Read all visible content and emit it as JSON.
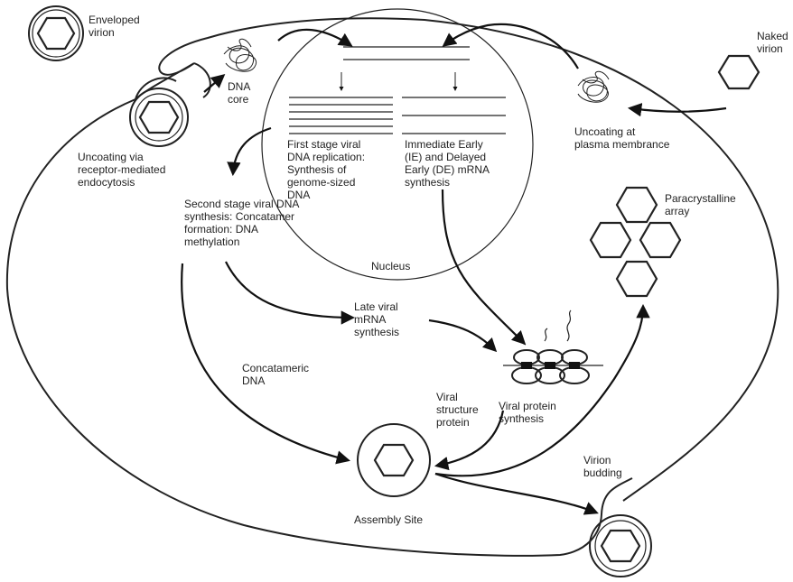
{
  "labels": {
    "enveloped_virion": [
      "Enveloped",
      "virion"
    ],
    "naked_virion": [
      "Naked",
      "virion"
    ],
    "dna_core": [
      "DNA",
      "core"
    ],
    "uncoating_receptor": [
      "Uncoating via",
      "receptor-mediated",
      "endocytosis"
    ],
    "uncoating_plasma": [
      "Uncoating at",
      "plasma membrance"
    ],
    "first_stage": [
      "First stage viral",
      "DNA replication:",
      "Synthesis of",
      "genome-sized",
      "DNA"
    ],
    "immediate_early": [
      "Immediate Early",
      "(IE) and Delayed",
      "Early (DE) mRNA",
      "synthesis"
    ],
    "second_stage": [
      "Second stage viral DNA",
      "synthesis: Concatamer",
      "formation: DNA",
      "methylation"
    ],
    "nucleus": [
      "Nucleus"
    ],
    "paracrystalline": [
      "Paracrystalline",
      "array"
    ],
    "late_mrna": [
      "Late viral",
      "mRNA",
      "synthesis"
    ],
    "concatameric": [
      "Concatameric",
      "DNA"
    ],
    "viral_structure": [
      "Viral",
      "structure",
      "protein"
    ],
    "viral_protein": [
      "Viral protein",
      "synthesis"
    ],
    "virion_budding": [
      "Virion",
      "budding"
    ],
    "assembly_site": [
      "Assembly Site"
    ]
  }
}
